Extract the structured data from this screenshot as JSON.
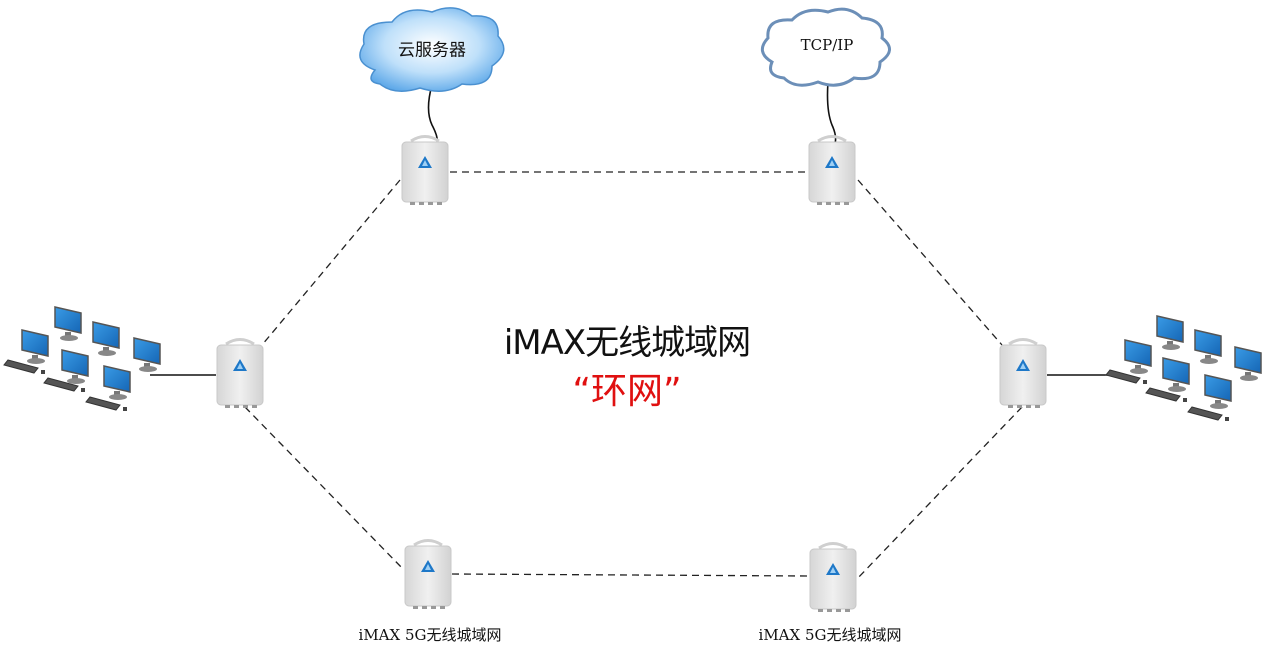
{
  "title": "iMAX无线城域网",
  "subtitle": "“环网”",
  "clouds": [
    {
      "label": "云服务器",
      "style": "filled-blue"
    },
    {
      "label": "TCP/IP",
      "style": "outline-blue"
    }
  ],
  "device_labels": [
    "iMAX 5G无线城域网",
    "iMAX 5G无线城域网"
  ],
  "colors": {
    "accent_red": "#e01010",
    "cloud_blue": "#5aa6e8",
    "device_gray": "#e4e4e4",
    "monitor_blue": "#1f7fd0"
  }
}
